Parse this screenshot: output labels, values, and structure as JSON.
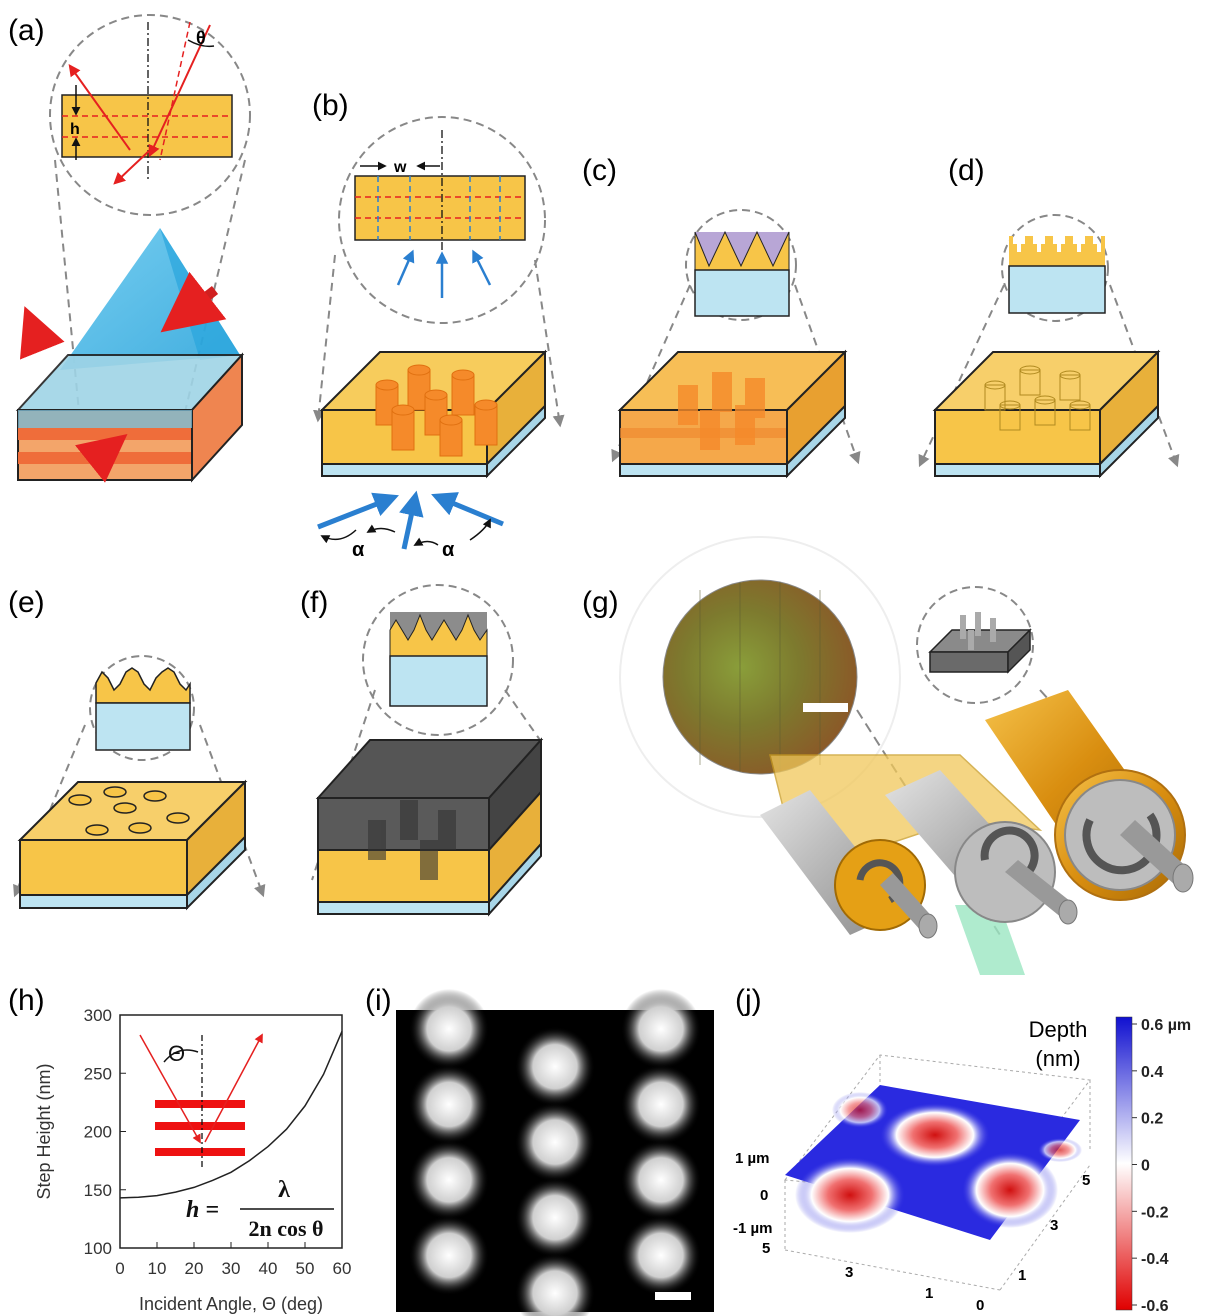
{
  "panels": {
    "a": {
      "label": "(a)",
      "theta_symbol": "θ",
      "h_symbol": "h"
    },
    "b": {
      "label": "(b)",
      "w_symbol": "w",
      "alpha_left": "α",
      "alpha_right": "α"
    },
    "c": {
      "label": "(c)"
    },
    "d": {
      "label": "(d)"
    },
    "e": {
      "label": "(e)"
    },
    "f": {
      "label": "(f)"
    },
    "g": {
      "label": "(g)"
    },
    "h": {
      "label": "(h)"
    },
    "i": {
      "label": "(i)"
    },
    "j": {
      "label": "(j)"
    }
  },
  "chart_data": [
    {
      "type": "line",
      "panel": "(h)",
      "xlabel": "Incident Angle, Θ (deg)",
      "ylabel": "Step Height (nm)",
      "xlim": [
        0,
        60
      ],
      "ylim": [
        100,
        300
      ],
      "xticks": [
        "0",
        "10",
        "20",
        "30",
        "40",
        "50",
        "60"
      ],
      "yticks": [
        "100",
        "150",
        "200",
        "250",
        "300"
      ],
      "formula_lhs": "h =",
      "formula_num": "λ",
      "formula_den": "2n cos θ",
      "inset_symbol": "Θ",
      "x": [
        0,
        5,
        10,
        15,
        20,
        25,
        30,
        35,
        40,
        45,
        50,
        55,
        60
      ],
      "y": [
        143,
        143.5,
        145,
        148,
        152,
        158,
        165,
        175,
        187,
        202,
        222,
        249,
        286
      ]
    },
    {
      "type": "heatmap",
      "panel": "(i)",
      "rows": 4,
      "cols": 3,
      "pattern": "hexagonal array of bright spots"
    },
    {
      "type": "heatmap",
      "panel": "(j)",
      "title": "Depth",
      "title_unit": "(nm)",
      "colorbar_ticks": [
        "0.6 µm",
        "0.4",
        "0.2",
        "0",
        "-0.2",
        "-0.4",
        "-0.6"
      ],
      "z_ticks": [
        "1 µm",
        "0",
        "-1 µm"
      ],
      "x_ticks": [
        "5",
        "3",
        "1"
      ],
      "y_ticks": [
        "0",
        "1",
        "3",
        "5"
      ],
      "colors": {
        "high": "#1a1ad8",
        "mid": "#ffffff",
        "low": "#e01010"
      }
    }
  ],
  "colors": {
    "film": "#f7c548",
    "film_dark": "#f0b400",
    "substrate": "#bde4f2",
    "ray": "#e52020",
    "arrow_blue": "#2a7fd0",
    "resin": "#b8a6d6",
    "mold": "#8c8c8c",
    "roller_gold": "#e7a21b",
    "roller_gray": "#b8b8b8"
  }
}
